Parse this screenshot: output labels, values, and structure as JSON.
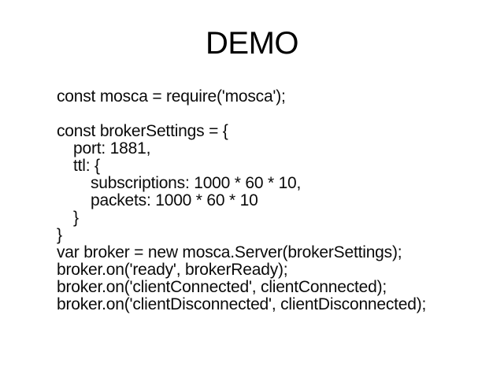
{
  "slide": {
    "title": "DEMO",
    "colors": {
      "background": "#ffffff",
      "text": "#000000"
    },
    "code": {
      "lines": [
        {
          "indent": 0,
          "text": "const mosca = require('mosca');"
        },
        {
          "indent": 0,
          "text": ""
        },
        {
          "indent": 0,
          "text": "const brokerSettings = {"
        },
        {
          "indent": 1,
          "text": "port: 1881,"
        },
        {
          "indent": 1,
          "text": "ttl: {"
        },
        {
          "indent": 2,
          "text": "subscriptions: 1000 * 60 * 10,"
        },
        {
          "indent": 2,
          "text": "packets: 1000 * 60 * 10"
        },
        {
          "indent": 1,
          "text": "}"
        },
        {
          "indent": 0,
          "text": "}"
        },
        {
          "indent": 0,
          "text": "var broker = new mosca.Server(brokerSettings);"
        },
        {
          "indent": 0,
          "text": "broker.on('ready', brokerReady);"
        },
        {
          "indent": 0,
          "text": "broker.on('clientConnected', clientConnected);"
        },
        {
          "indent": 0,
          "text": "broker.on('clientDisconnected', clientDisconnected);"
        }
      ]
    }
  }
}
